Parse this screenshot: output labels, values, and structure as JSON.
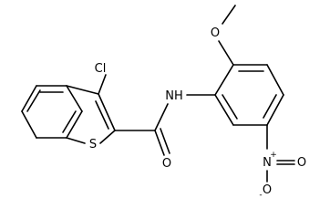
{
  "atoms": {
    "chlorine": "Cl",
    "sulfur": "S",
    "carbonyl_oxygen": "O",
    "amide_nitrogen": "NH",
    "methoxy_oxygen": "O",
    "nitro_nitrogen": "N",
    "nitro_nitrogen_charge": "+",
    "nitro_oxygen_top": "O",
    "nitro_oxygen_bottom": "O",
    "nitro_oxygen_bottom_charge": "-"
  },
  "colors": {
    "ink": "#000000",
    "background": "#ffffff"
  }
}
